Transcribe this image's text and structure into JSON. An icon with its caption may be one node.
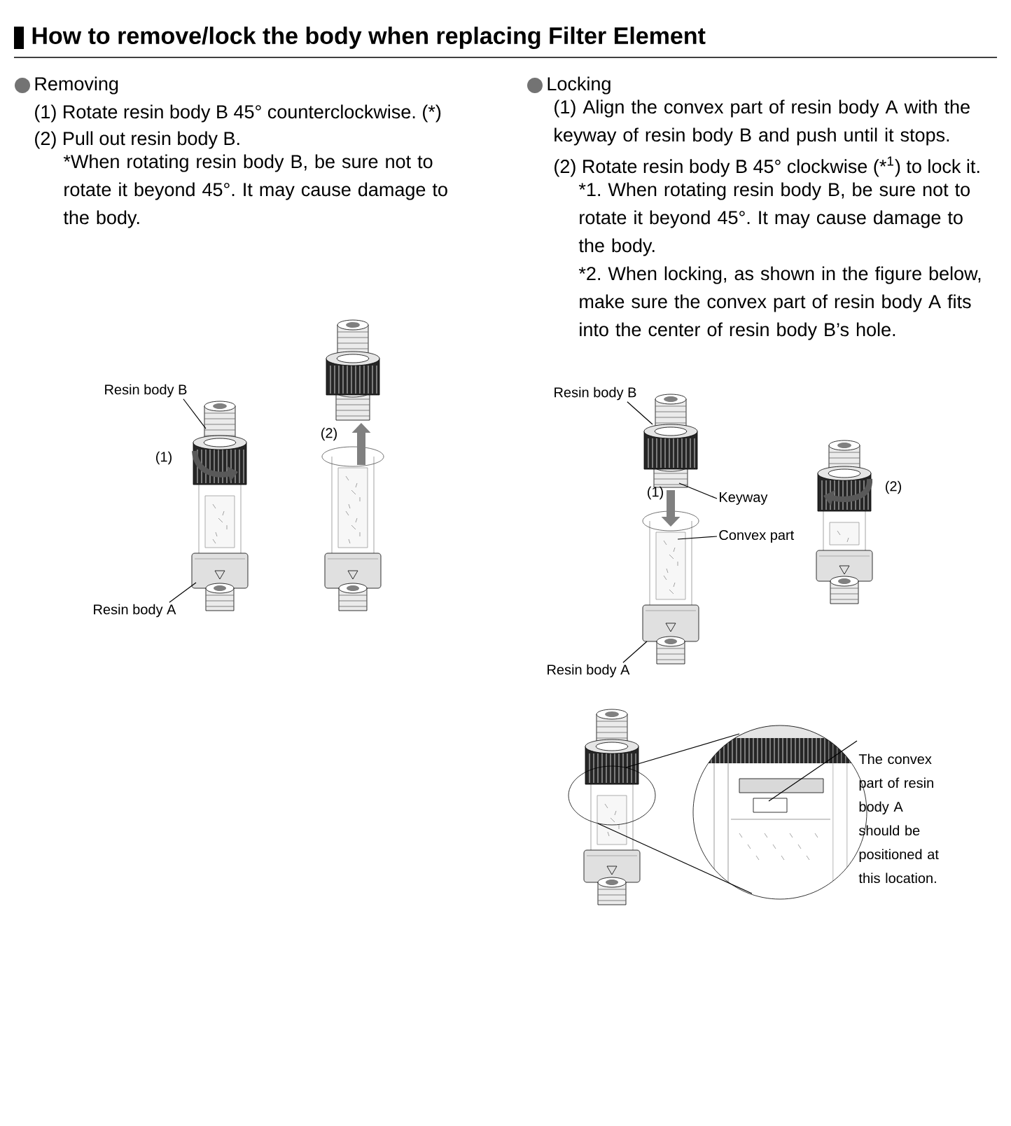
{
  "diagram": {
    "title": "How to remove/lock the body when replacing Filter Element",
    "nodes": [
      {
        "text": [
          "Resin body B"
        ]
      },
      {
        "text": [
          "Resin body A"
        ]
      },
      {
        "text": [
          "Resin body B"
        ]
      },
      {
        "text": [
          "Keyway"
        ]
      },
      {
        "text": [
          "Convex part"
        ]
      },
      {
        "text": [
          "Resin body A"
        ]
      },
      {
        "text": [
          "The convex part of resin body A should be positioned at this location."
        ]
      },
      {
        "text": [],
        "shape": "picture"
      },
      {
        "text": [],
        "shape": "picture"
      },
      {
        "text": [],
        "shape": "picture"
      },
      {
        "text": [],
        "shape": "picture"
      },
      {
        "text": [],
        "shape": "picture"
      },
      {
        "text": [],
        "shape": "picture"
      },
      {
        "text": [],
        "shape": "picture"
      },
      {
        "text": [],
        "shape": "picture"
      }
    ],
    "edges": [
      {
        "from": 0,
        "to": 7,
        "arrow": "none"
      },
      {
        "from": 1,
        "to": 7,
        "arrow": "none"
      },
      {
        "from": 2,
        "to": 10,
        "arrow": "none"
      },
      {
        "from": 3,
        "to": 10,
        "arrow": "none"
      },
      {
        "from": 4,
        "to": 11,
        "arrow": "none"
      },
      {
        "from": 5,
        "to": 11,
        "arrow": "none"
      },
      {
        "from": 6,
        "to": 14,
        "arrow": "none"
      },
      {
        "from": 9,
        "to": 8,
        "arrow": "to",
        "style": "thick",
        "color": "#808080"
      },
      {
        "from": 10,
        "to": 11,
        "arrow": "to",
        "style": "thick",
        "color": "#808080"
      },
      {
        "from": 13,
        "to": 14,
        "arrow": "none"
      },
      {
        "from": 13,
        "to": 14,
        "arrow": "none"
      }
    ],
    "labels": [
      "Removing",
      "(1) Rotate resin body B 45° counterclockwise. (*)",
      "(2) Pull out resin body B.",
      "*When rotating resin body B, be sure not to rotate it beyond 45°. It may cause damage to the body.",
      "Locking",
      "(1) Align the convex part of resin body A with the keyway of resin body B and push until it stops.",
      "(2) Rotate resin body B 45° clockwise (*$^{1}$) to lock it.",
      "*1. When rotating resin body B, be sure not to rotate it beyond 45°. It may cause damage to the body.",
      "*2. When locking, as shown in the figure below, make sure the convex part of resin body A fits into the center of resin body B’s hole.",
      "(2)",
      "(1)",
      "(1)",
      "(2)"
    ]
  }
}
